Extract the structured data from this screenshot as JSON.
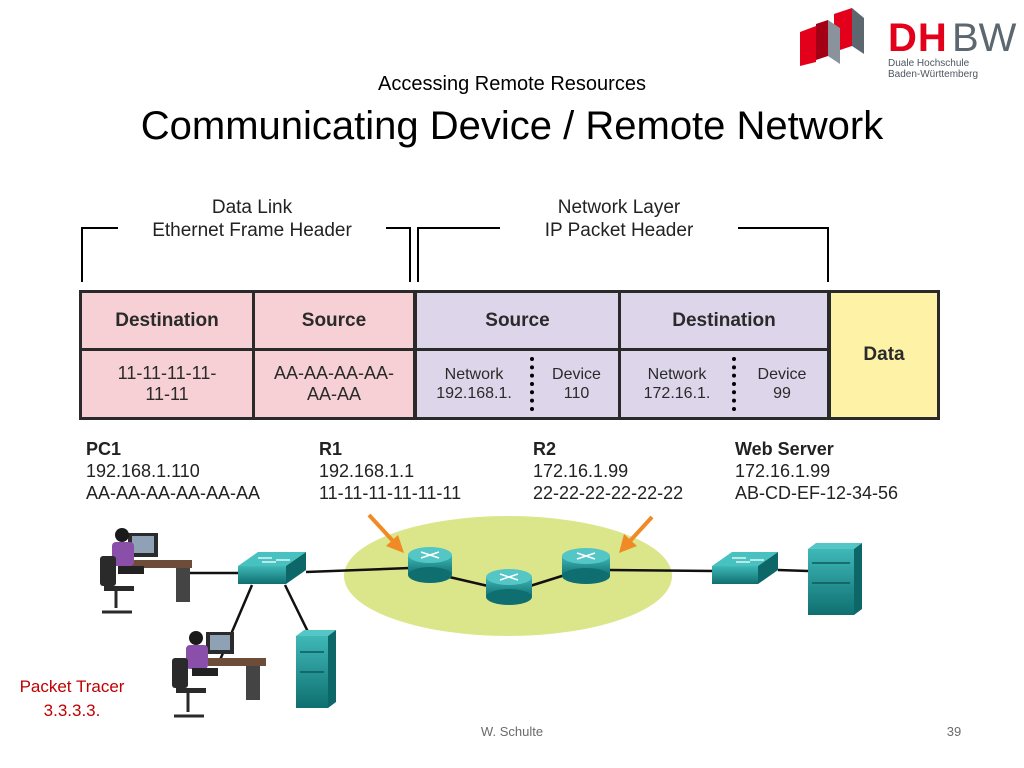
{
  "logo": {
    "dh": "DH",
    "bw": "BW",
    "line1": "Duale Hochschule",
    "line2": "Baden-Württemberg"
  },
  "slide": {
    "subtitle": "Accessing Remote Resources",
    "title": "Communicating Device / Remote Network"
  },
  "brackets": {
    "data_link": [
      "Data Link",
      "Ethernet Frame Header"
    ],
    "network_layer": [
      "Network Layer",
      "IP Packet Header"
    ]
  },
  "frame": {
    "eth_dest": {
      "header": "Destination",
      "value": [
        "11-11-11-11-",
        "11-11"
      ]
    },
    "eth_src": {
      "header": "Source",
      "value": [
        "AA-AA-AA-AA-",
        "AA-AA"
      ]
    },
    "ip_src": {
      "header": "Source",
      "network": [
        "Network",
        "192.168.1."
      ],
      "device": [
        "Device",
        "110"
      ]
    },
    "ip_dest": {
      "header": "Destination",
      "network": [
        "Network",
        "172.16.1."
      ],
      "device": [
        "Device",
        "99"
      ]
    },
    "data": "Data"
  },
  "devices": [
    {
      "name": "PC1",
      "ip": "192.168.1.110",
      "mac": "AA-AA-AA-AA-AA-AA"
    },
    {
      "name": "R1",
      "ip": "192.168.1.1",
      "mac": "11-11-11-11-11-11"
    },
    {
      "name": "R2",
      "ip": "172.16.1.99",
      "mac": "22-22-22-22-22-22"
    },
    {
      "name": "Web Server",
      "ip": "172.16.1.99",
      "mac": "AB-CD-EF-12-34-56"
    }
  ],
  "colors": {
    "brand_red": "#e2001a",
    "eth_pink": "#f6d0d4",
    "ip_lavender": "#ddd5ea",
    "data_yellow": "#fdf2a6",
    "cloud_green": "#dbe58a",
    "device_teal": "#1a8e8e",
    "arrow_orange": "#f08a24",
    "packet_tracer_red": "#c00000"
  },
  "footer": {
    "packet_tracer": [
      "Packet Tracer",
      "3.3.3.3."
    ],
    "author": "W. Schulte",
    "page": "39"
  }
}
